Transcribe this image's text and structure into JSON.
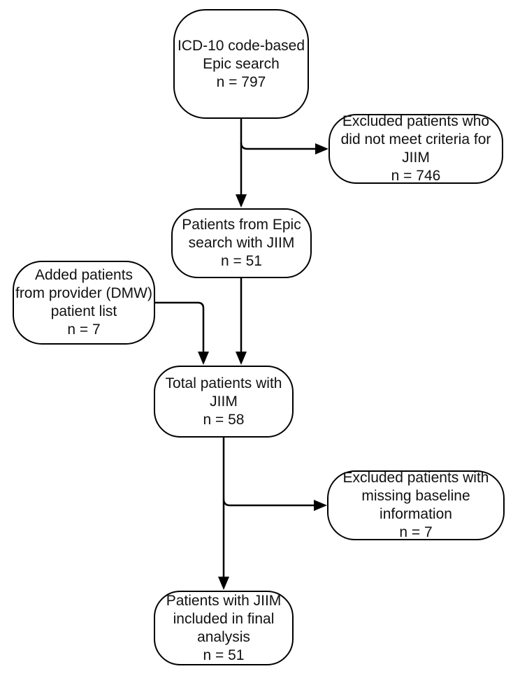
{
  "figure": {
    "background": "#ffffff",
    "line_color": "#000000",
    "text_color": "#111111"
  },
  "nodes": [
    {
      "id": "icd10-search",
      "text": "ICD-10 code-based\nEpic search\nn = 797"
    },
    {
      "id": "excluded-not-meeting-criteria",
      "text": "Excluded patients who\ndid not meet criteria for\nJIIM\nn = 746"
    },
    {
      "id": "epic-search-jiim",
      "text": "Patients from Epic\nsearch with JIIM\nn = 51"
    },
    {
      "id": "added-provider-list",
      "text": "Added patients\nfrom provider (DMW)\npatient list\nn = 7"
    },
    {
      "id": "total-jiim",
      "text": "Total patients with\nJIIM\nn = 58"
    },
    {
      "id": "excluded-missing-baseline",
      "text": "Excluded patients with\nmissing baseline\ninformation\nn = 7"
    },
    {
      "id": "final-analysis",
      "text": "Patients with JIIM\nincluded in final\nanalysis\nn = 51"
    }
  ],
  "edges": [
    {
      "from": "icd10-search",
      "to": "excluded-not-meeting-criteria"
    },
    {
      "from": "icd10-search",
      "to": "epic-search-jiim"
    },
    {
      "from": "epic-search-jiim",
      "to": "total-jiim"
    },
    {
      "from": "added-provider-list",
      "to": "total-jiim"
    },
    {
      "from": "total-jiim",
      "to": "excluded-missing-baseline"
    },
    {
      "from": "total-jiim",
      "to": "final-analysis"
    }
  ]
}
